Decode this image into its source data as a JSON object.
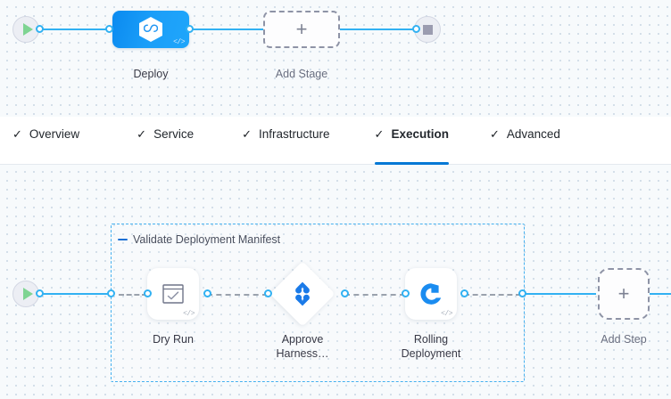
{
  "stage_canvas": {
    "start_node": {
      "icon": "play-icon",
      "name": "pipeline-start"
    },
    "end_node": {
      "icon": "stop-icon",
      "name": "pipeline-end"
    },
    "nodes": [
      {
        "id": "deploy",
        "label": "Deploy",
        "icon": "harness-hexagon-icon",
        "type": "stage",
        "code_glyph": "</>"
      },
      {
        "id": "add-stage",
        "label": "Add Stage",
        "icon": "plus-icon",
        "type": "add"
      }
    ]
  },
  "tabs": {
    "items": [
      {
        "label": "Overview",
        "check": "✓",
        "active": false
      },
      {
        "label": "Service",
        "check": "✓",
        "active": false
      },
      {
        "label": "Infrastructure",
        "check": "✓",
        "active": false
      },
      {
        "label": "Execution",
        "check": "✓",
        "active": true
      },
      {
        "label": "Advanced",
        "check": "✓",
        "active": false
      }
    ]
  },
  "step_canvas": {
    "start_node": {
      "icon": "play-icon",
      "name": "execution-start"
    },
    "group": {
      "title": "Validate Deployment Manifest",
      "collapse_icon": "minus-icon"
    },
    "steps": [
      {
        "id": "dry-run",
        "label": "Dry Run",
        "icon": "checkbox-approval-icon",
        "shape": "rounded",
        "code_glyph": "</>"
      },
      {
        "id": "approve-harness",
        "label_line1": "Approve",
        "label_line2": "Harness…",
        "icon": "harness-approval-icon",
        "shape": "diamond"
      },
      {
        "id": "rolling-deployment",
        "label_line1": "Rolling",
        "label_line2": "Deployment",
        "icon": "rolling-deployment-icon",
        "shape": "rounded",
        "code_glyph": "</>"
      }
    ],
    "add_step": {
      "label": "Add Step",
      "icon": "plus-icon"
    }
  },
  "colors": {
    "accent": "#0278d5",
    "link": "#31b1f2",
    "group_border": "#44b0ef",
    "stage_node": "#1b9ef8",
    "canvas_bg": "#f7fafc",
    "play": "#7ed492",
    "stop": "#9b9cb0"
  }
}
